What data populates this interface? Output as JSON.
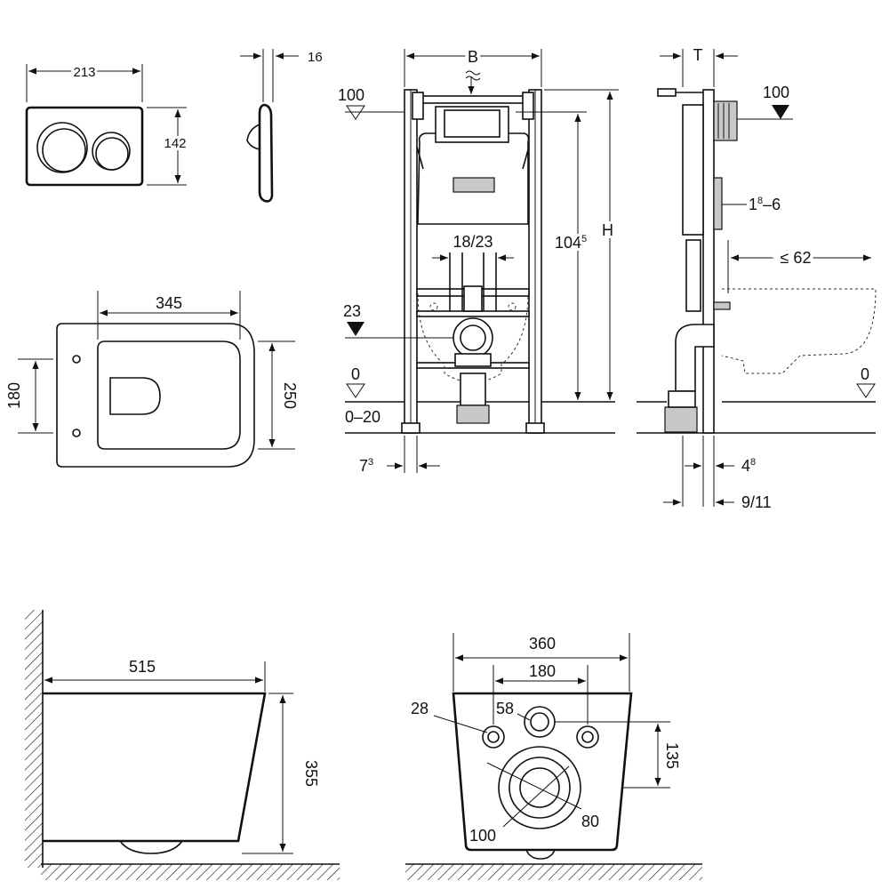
{
  "flush_plate": {
    "width": "213",
    "height": "142",
    "depth": "16"
  },
  "seat_top_view": {
    "width": "345",
    "depth_left": "180",
    "depth_right": "250"
  },
  "frame_front": {
    "width_label": "B",
    "height_label": "H",
    "height_total_main": "104",
    "height_total_sup": "5",
    "level_top": "100",
    "level_drain": "23",
    "level_floor": "0",
    "floor_range": "0–20",
    "bolt_spacing": "18/23",
    "foot_offset_main": "7",
    "foot_offset_sup": "3"
  },
  "frame_side": {
    "thickness_label": "T",
    "level_top": "100",
    "level_floor": "0",
    "adjust_main": "1",
    "adjust_sup": "8",
    "adjust_tail": "–6",
    "bowl_max": "≤ 62",
    "offset_a_main": "4",
    "offset_a_sup": "8",
    "offset_b": "9/11"
  },
  "bowl_side": {
    "length": "515",
    "height": "355"
  },
  "bowl_back": {
    "width": "360",
    "bolt_spacing": "180",
    "bolt_hole_dia": "28",
    "inlet_dia": "58",
    "height": "135",
    "outlet_outer_dia": "100",
    "outlet_inner_dia": "80"
  }
}
